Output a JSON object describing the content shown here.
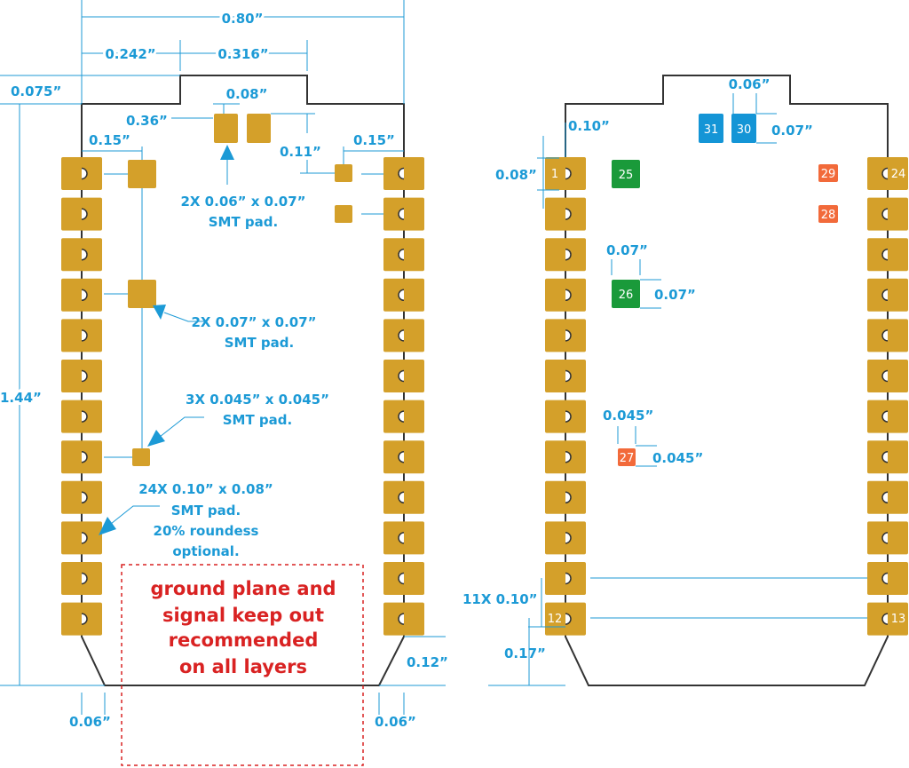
{
  "colors": {
    "pad": "#d4a02a",
    "dimension": "#1c9ad6",
    "outline": "#333333",
    "keepout": "#d92222",
    "pad_green": "#1a9a3a",
    "pad_blue": "#1495d6",
    "pad_orange": "#f26a3a"
  },
  "left": {
    "dims": {
      "width": "0.80”",
      "d0242": "0.242”",
      "d0316": "0.316”",
      "d0075": "0.075”",
      "d008": "0.08”",
      "d036": "0.36”",
      "d015a": "0.15”",
      "d015b": "0.15”",
      "d011": "0.11”",
      "height": "1.44”",
      "d012": "0.12”",
      "d006a": "0.06”",
      "d006b": "0.06”"
    },
    "notes": {
      "n1a": "2X 0.06” x 0.07”",
      "n1b": "SMT pad.",
      "n2a": "2X 0.07” x 0.07”",
      "n2b": "SMT pad.",
      "n3a": "3X 0.045” x 0.045”",
      "n3b": "SMT pad.",
      "n4a": "24X 0.10” x 0.08”",
      "n4b": "SMT pad.",
      "n4c": "20% roundess",
      "n4d": "optional."
    },
    "keepout": [
      "ground plane and",
      "signal keep out",
      "recommended",
      "on all layers"
    ]
  },
  "right": {
    "dims": {
      "d006": "0.06”",
      "d007a": "0.07”",
      "d010": "0.10”",
      "d008": "0.08”",
      "d007b": "0.07”",
      "d007c": "0.07”",
      "d0045a": "0.045”",
      "d0045b": "0.045”",
      "d11x": "11X 0.10”",
      "d017": "0.17”"
    },
    "pads": {
      "p1": "1",
      "p12": "12",
      "p13": "13",
      "p24": "24",
      "p25": "25",
      "p26": "26",
      "p27": "27",
      "p28": "28",
      "p29": "29",
      "p30": "30",
      "p31": "31"
    }
  }
}
